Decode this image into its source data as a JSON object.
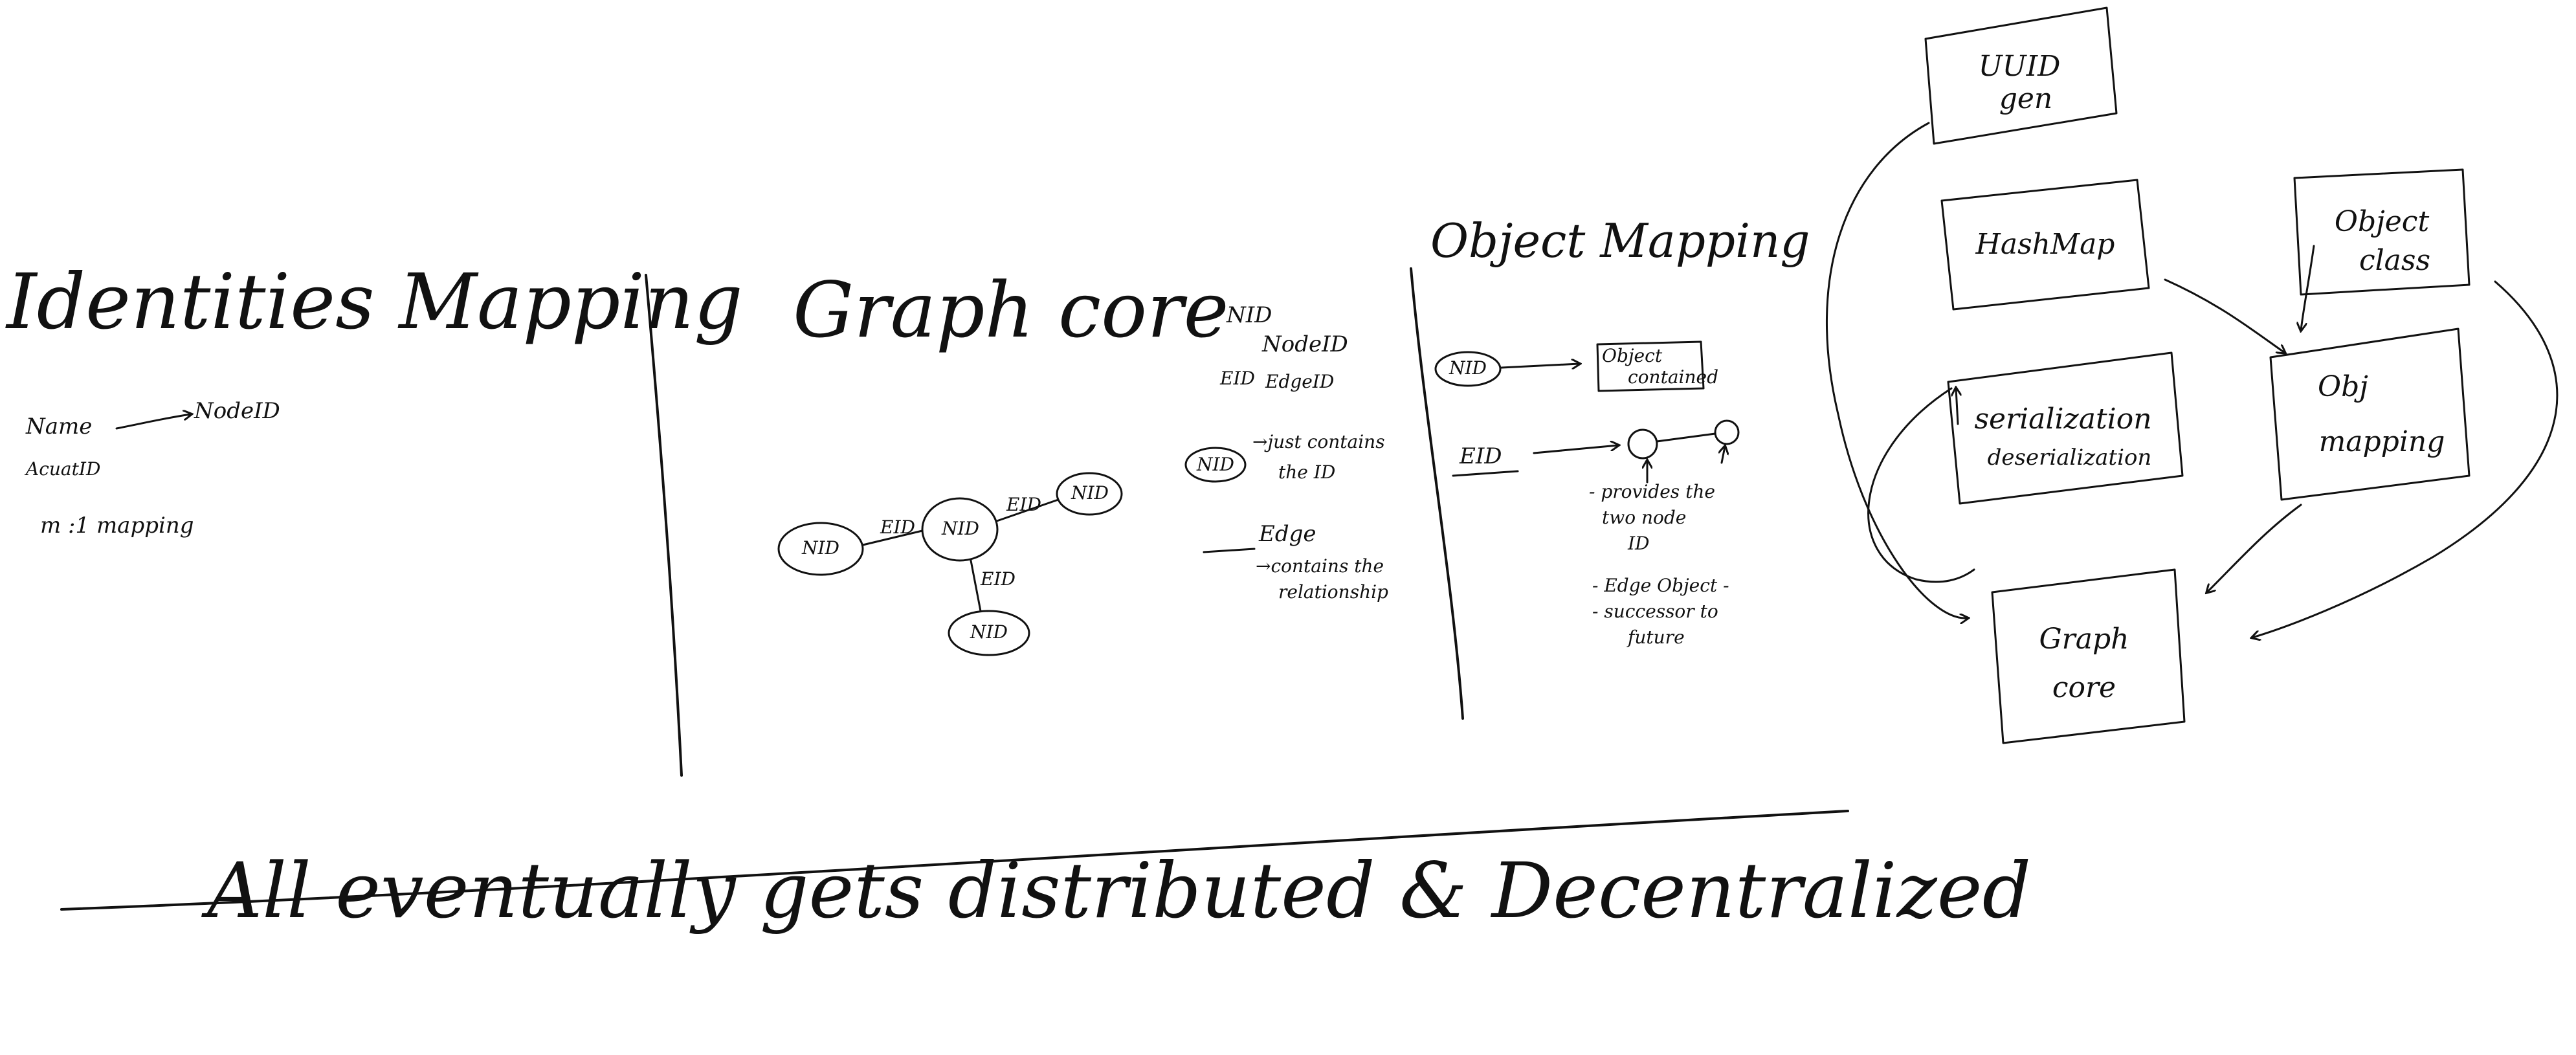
{
  "identities": {
    "title": "Identities Mapping",
    "from_1": "Name",
    "from_2": "AcuatID",
    "to": "NodeID",
    "note": "m :1 mapping"
  },
  "graph_core": {
    "title": "Graph core",
    "nodes": [
      "NID",
      "NID",
      "NID",
      "NID"
    ],
    "edges": [
      "EID",
      "EID",
      "EID"
    ]
  },
  "legend": {
    "nid_abbr": "NID",
    "nid_full": "NodeID",
    "eid_abbr": "EID",
    "eid_full": "EdgeID",
    "nid_circle": "NID",
    "nid_desc_1": "→just contains",
    "nid_desc_2": "the ID",
    "edge_label": "Edge",
    "edge_desc_1": "→contains the",
    "edge_desc_2": "relationship"
  },
  "object_mapping": {
    "title": "Object Mapping",
    "nid": "NID",
    "obj_1": "Object",
    "obj_2": "contained",
    "eid": "EID",
    "note_1": "- provides the",
    "note_2": "two node",
    "note_3": "ID",
    "note_4": "- Edge Object -",
    "note_5": "- successor to",
    "note_6": "future"
  },
  "architecture": {
    "uuid_1": "UUID",
    "uuid_2": "gen",
    "hashmap": "HashMap",
    "object_class_1": "Object",
    "object_class_2": "class",
    "serialization_1": "serialization",
    "serialization_2": "deserialization",
    "obj_mapping_1": "Obj",
    "obj_mapping_2": "mapping",
    "graph_core_1": "Graph",
    "graph_core_2": "core"
  },
  "footer": {
    "statement": "All eventually gets distributed & Decentralized"
  }
}
